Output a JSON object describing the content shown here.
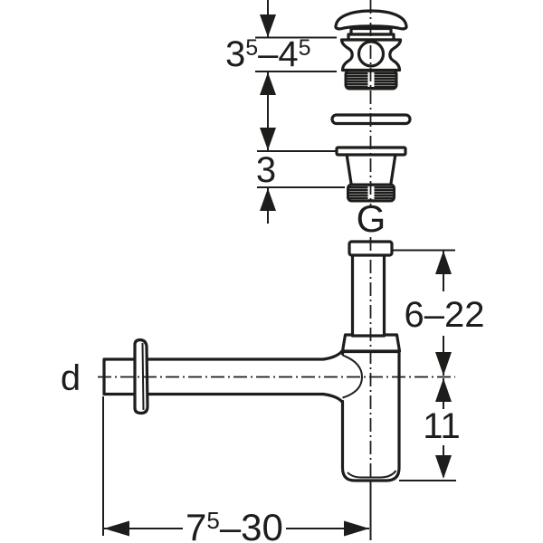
{
  "drawing": {
    "type": "technical-dimension-drawing",
    "subject": "bottle trap with push-open drain valve",
    "colors": {
      "line": "#1d1d1b",
      "background": "#ffffff"
    },
    "labels": {
      "inlet_thread": "G",
      "outlet_diameter": "d"
    },
    "dimensions": {
      "valve_height": {
        "display": "3⁵–4⁵",
        "base1": "3",
        "sup1": "5",
        "sep": "–",
        "base2": "4",
        "sup2": "5"
      },
      "drain_body_height": "3",
      "inlet_pipe_range": "6–22",
      "trap_depth": "11",
      "outlet_projection": {
        "display": "7⁵–30",
        "base1": "7",
        "sup1": "5",
        "rest": "–30"
      }
    }
  }
}
